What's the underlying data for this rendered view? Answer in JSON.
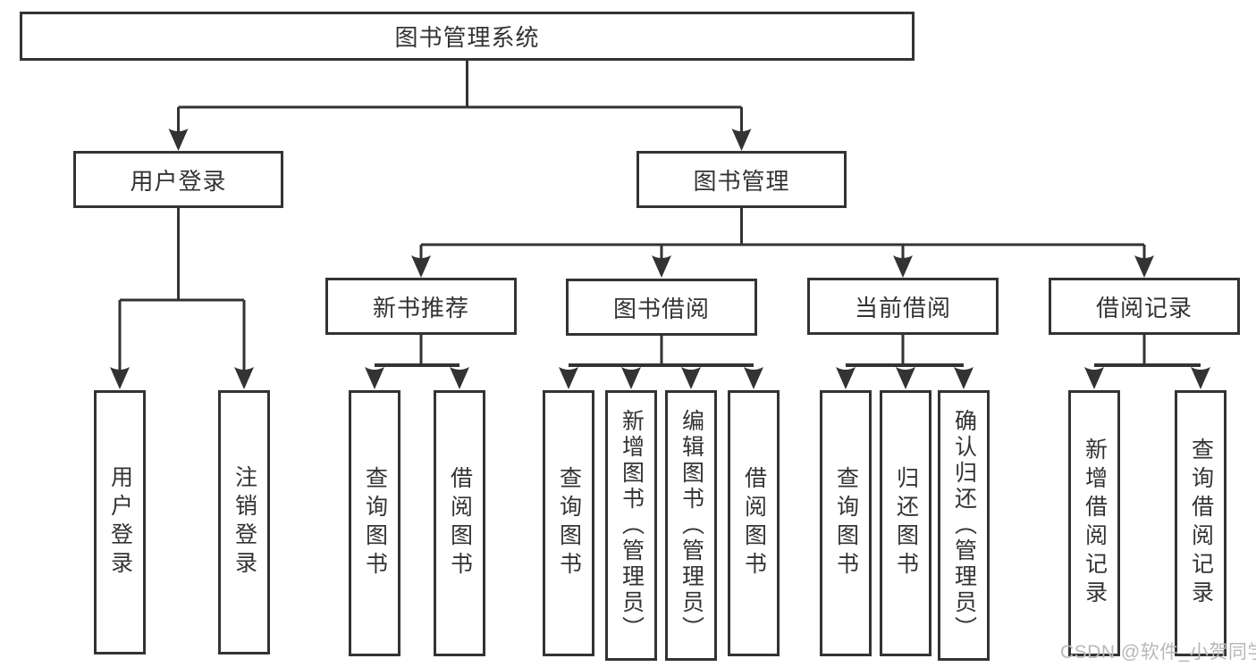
{
  "diagram": {
    "root": {
      "label": "图书管理系统"
    },
    "level2": [
      {
        "label": "用户登录"
      },
      {
        "label": "图书管理"
      }
    ],
    "level3": [
      {
        "label": "新书推荐"
      },
      {
        "label": "图书借阅"
      },
      {
        "label": "当前借阅"
      },
      {
        "label": "借阅记录"
      }
    ],
    "leaves_login": [
      {
        "label": "用户登录"
      },
      {
        "label": "注销登录"
      }
    ],
    "leaves_newbook": [
      {
        "label": "查询图书"
      },
      {
        "label": "借阅图书"
      }
    ],
    "leaves_borrow": [
      {
        "label": "查询图书"
      },
      {
        "label": "新增图书（管理员）"
      },
      {
        "label": "编辑图书（管理员）"
      },
      {
        "label": "借阅图书"
      }
    ],
    "leaves_current": [
      {
        "label": "查询图书"
      },
      {
        "label": "归还图书"
      },
      {
        "label": "确认归还（管理员）"
      }
    ],
    "leaves_records": [
      {
        "label": "新增借阅记录"
      },
      {
        "label": "查询借阅记录"
      }
    ],
    "watermark": "CSDN @软件_小贺同学",
    "colors": {
      "line": "#333333",
      "text": "#333333",
      "box_background": "#ffffff",
      "watermark": "#b8b8b8"
    }
  }
}
